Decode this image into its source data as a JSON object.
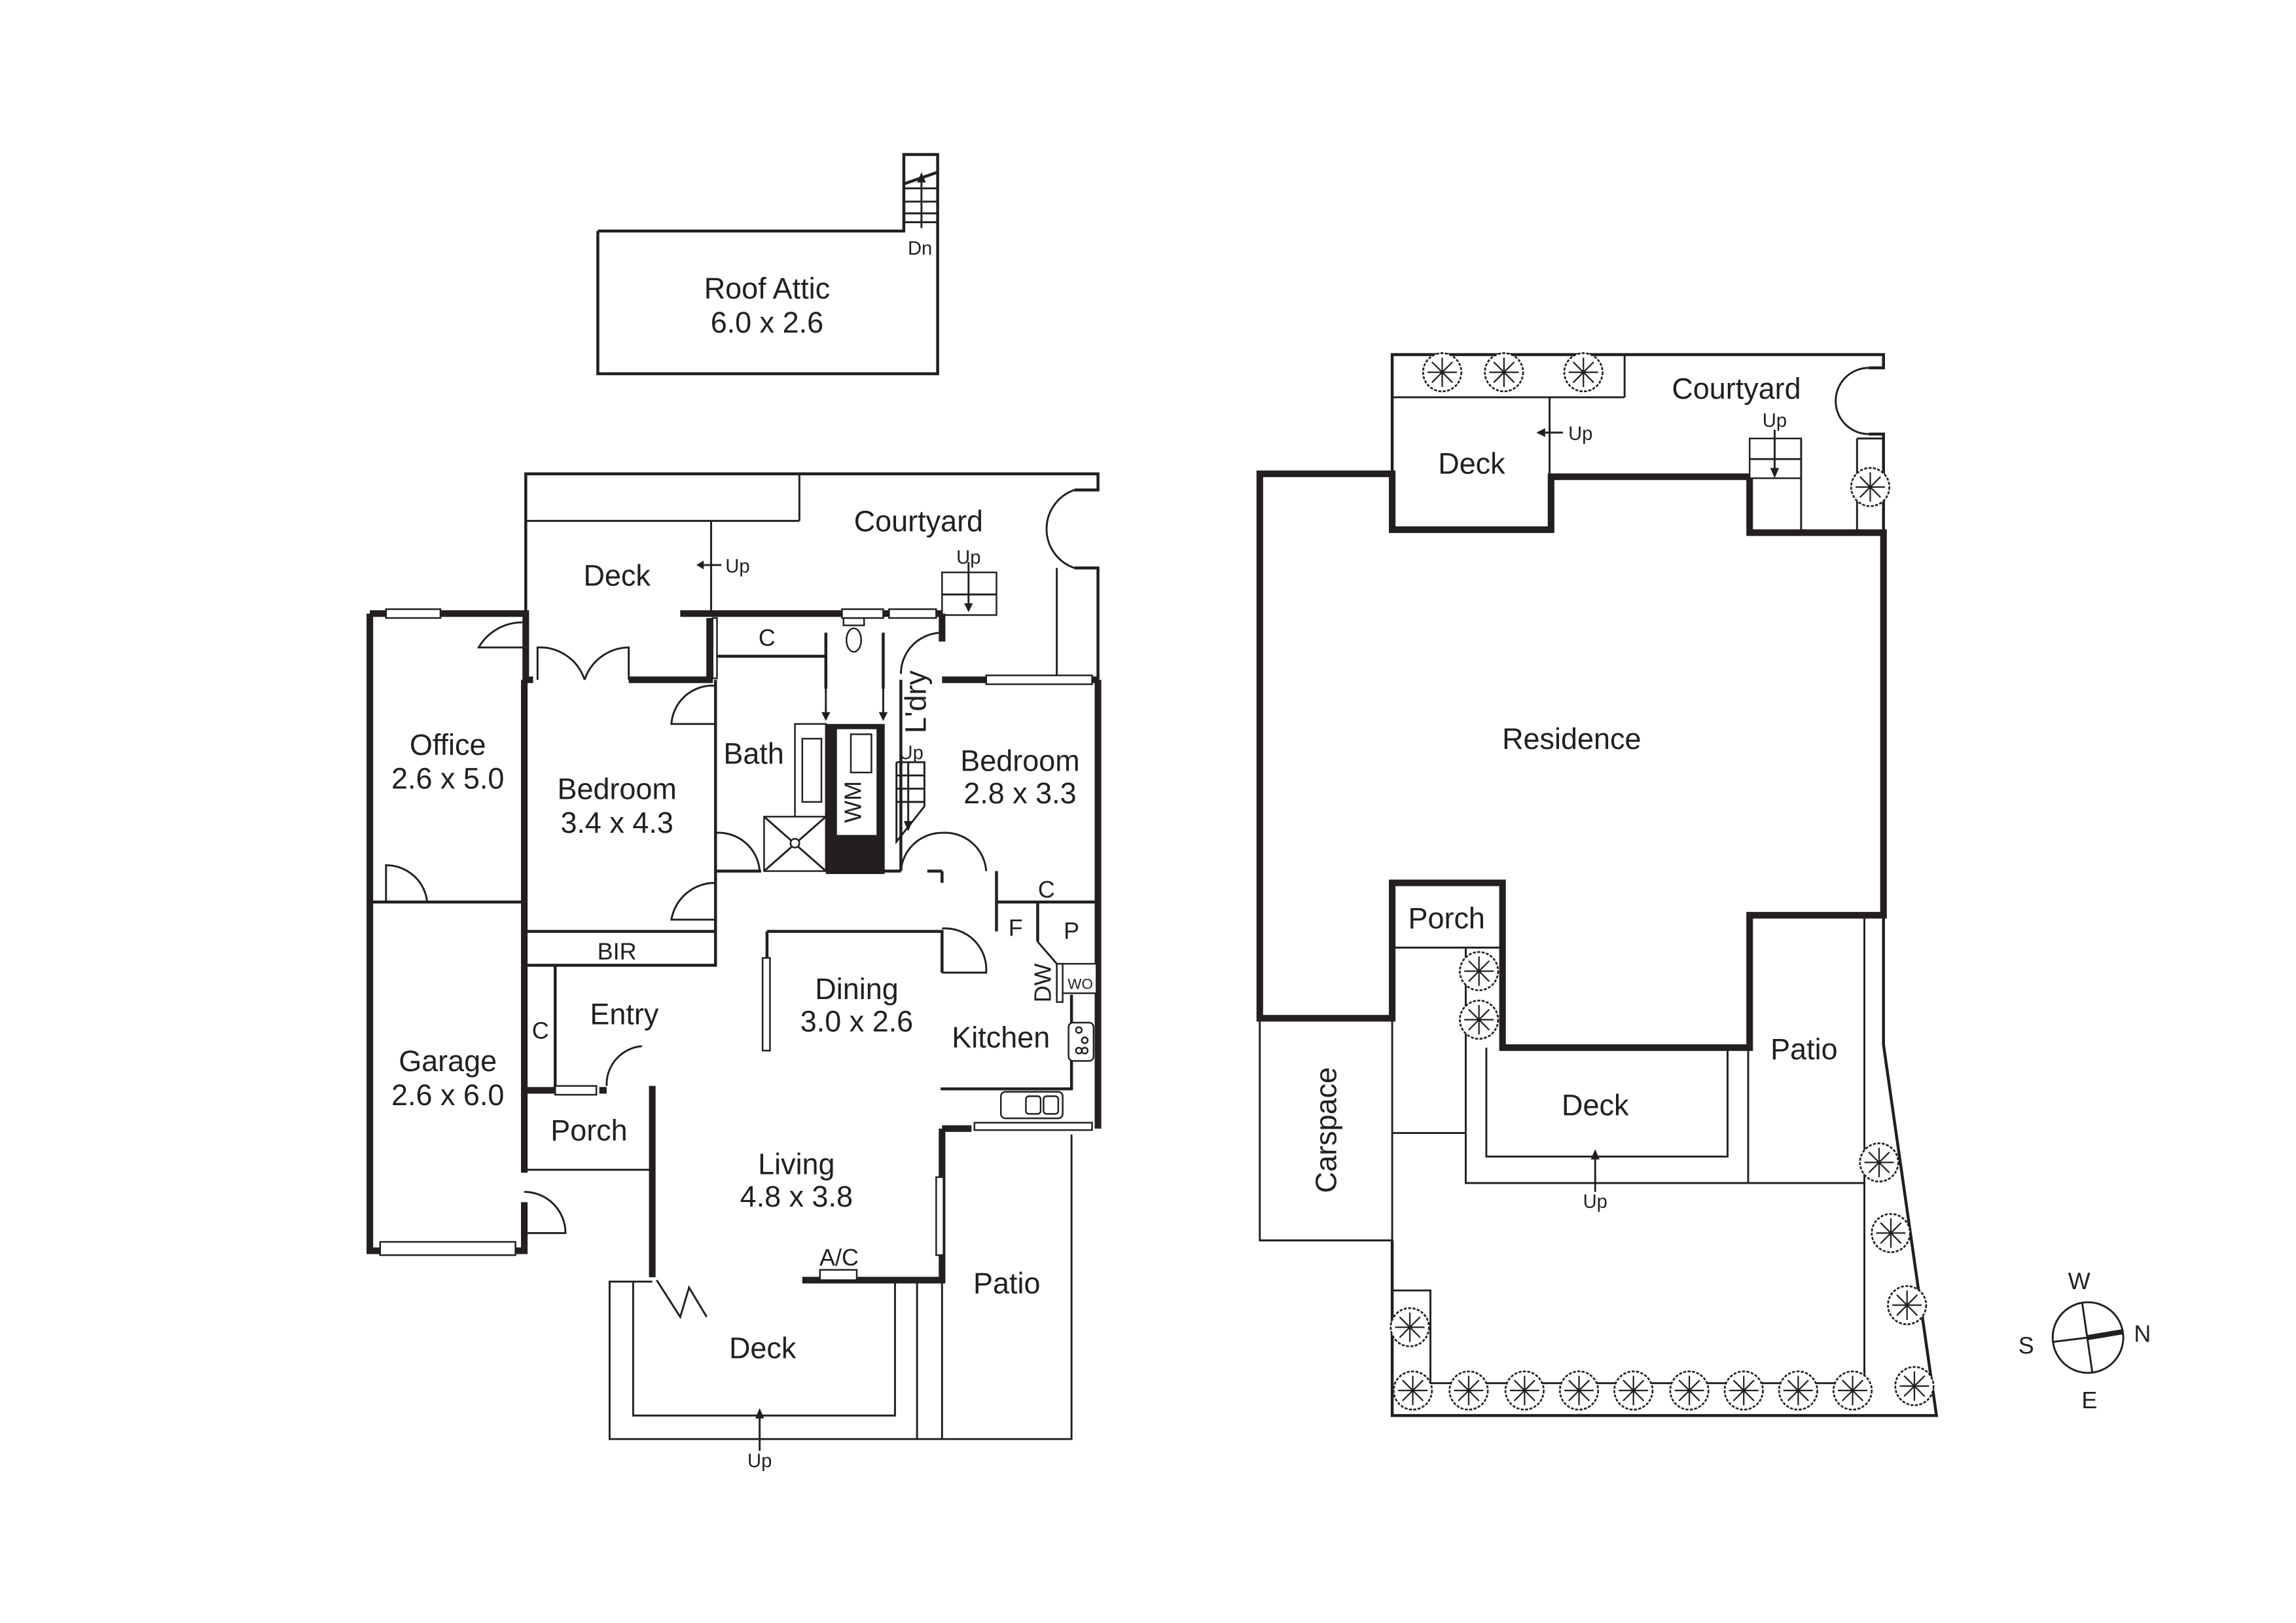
{
  "attic": {
    "name": "Roof Attic",
    "size": "6.0 x 2.6",
    "stair_label": "Dn"
  },
  "ground_floor": {
    "rooms": {
      "office": {
        "name": "Office",
        "size": "2.6 x 5.0"
      },
      "garage": {
        "name": "Garage",
        "size": "2.6 x 6.0"
      },
      "bedroom1": {
        "name": "Bedroom",
        "size": "3.4 x 4.3"
      },
      "bedroom2": {
        "name": "Bedroom",
        "size": "2.8 x 3.3"
      },
      "bath": {
        "name": "Bath"
      },
      "laundry": {
        "name": "L'dry"
      },
      "dining": {
        "name": "Dining",
        "size": "3.0 x 2.6"
      },
      "kitchen": {
        "name": "Kitchen"
      },
      "living": {
        "name": "Living",
        "size": "4.8 x 3.8"
      },
      "entry": {
        "name": "Entry"
      },
      "porch": {
        "name": "Porch"
      },
      "deck_rear": {
        "name": "Deck"
      },
      "courtyard": {
        "name": "Courtyard"
      },
      "deck_front": {
        "name": "Deck"
      },
      "patio": {
        "name": "Patio"
      }
    },
    "fixtures": {
      "bir": "BIR",
      "closet": "C",
      "wm": "WM",
      "fridge": "F",
      "pantry": "P",
      "dishwasher": "DW",
      "wall_oven": "WO",
      "ac": "A/C",
      "up": "Up"
    }
  },
  "site_plan": {
    "residence": "Residence",
    "courtyard": "Courtyard",
    "deck_rear": "Deck",
    "porch": "Porch",
    "deck_front": "Deck",
    "patio": "Patio",
    "carspace": "Carspace",
    "up": "Up"
  },
  "compass": {
    "north": "N",
    "south": "S",
    "east": "E",
    "west": "W"
  }
}
